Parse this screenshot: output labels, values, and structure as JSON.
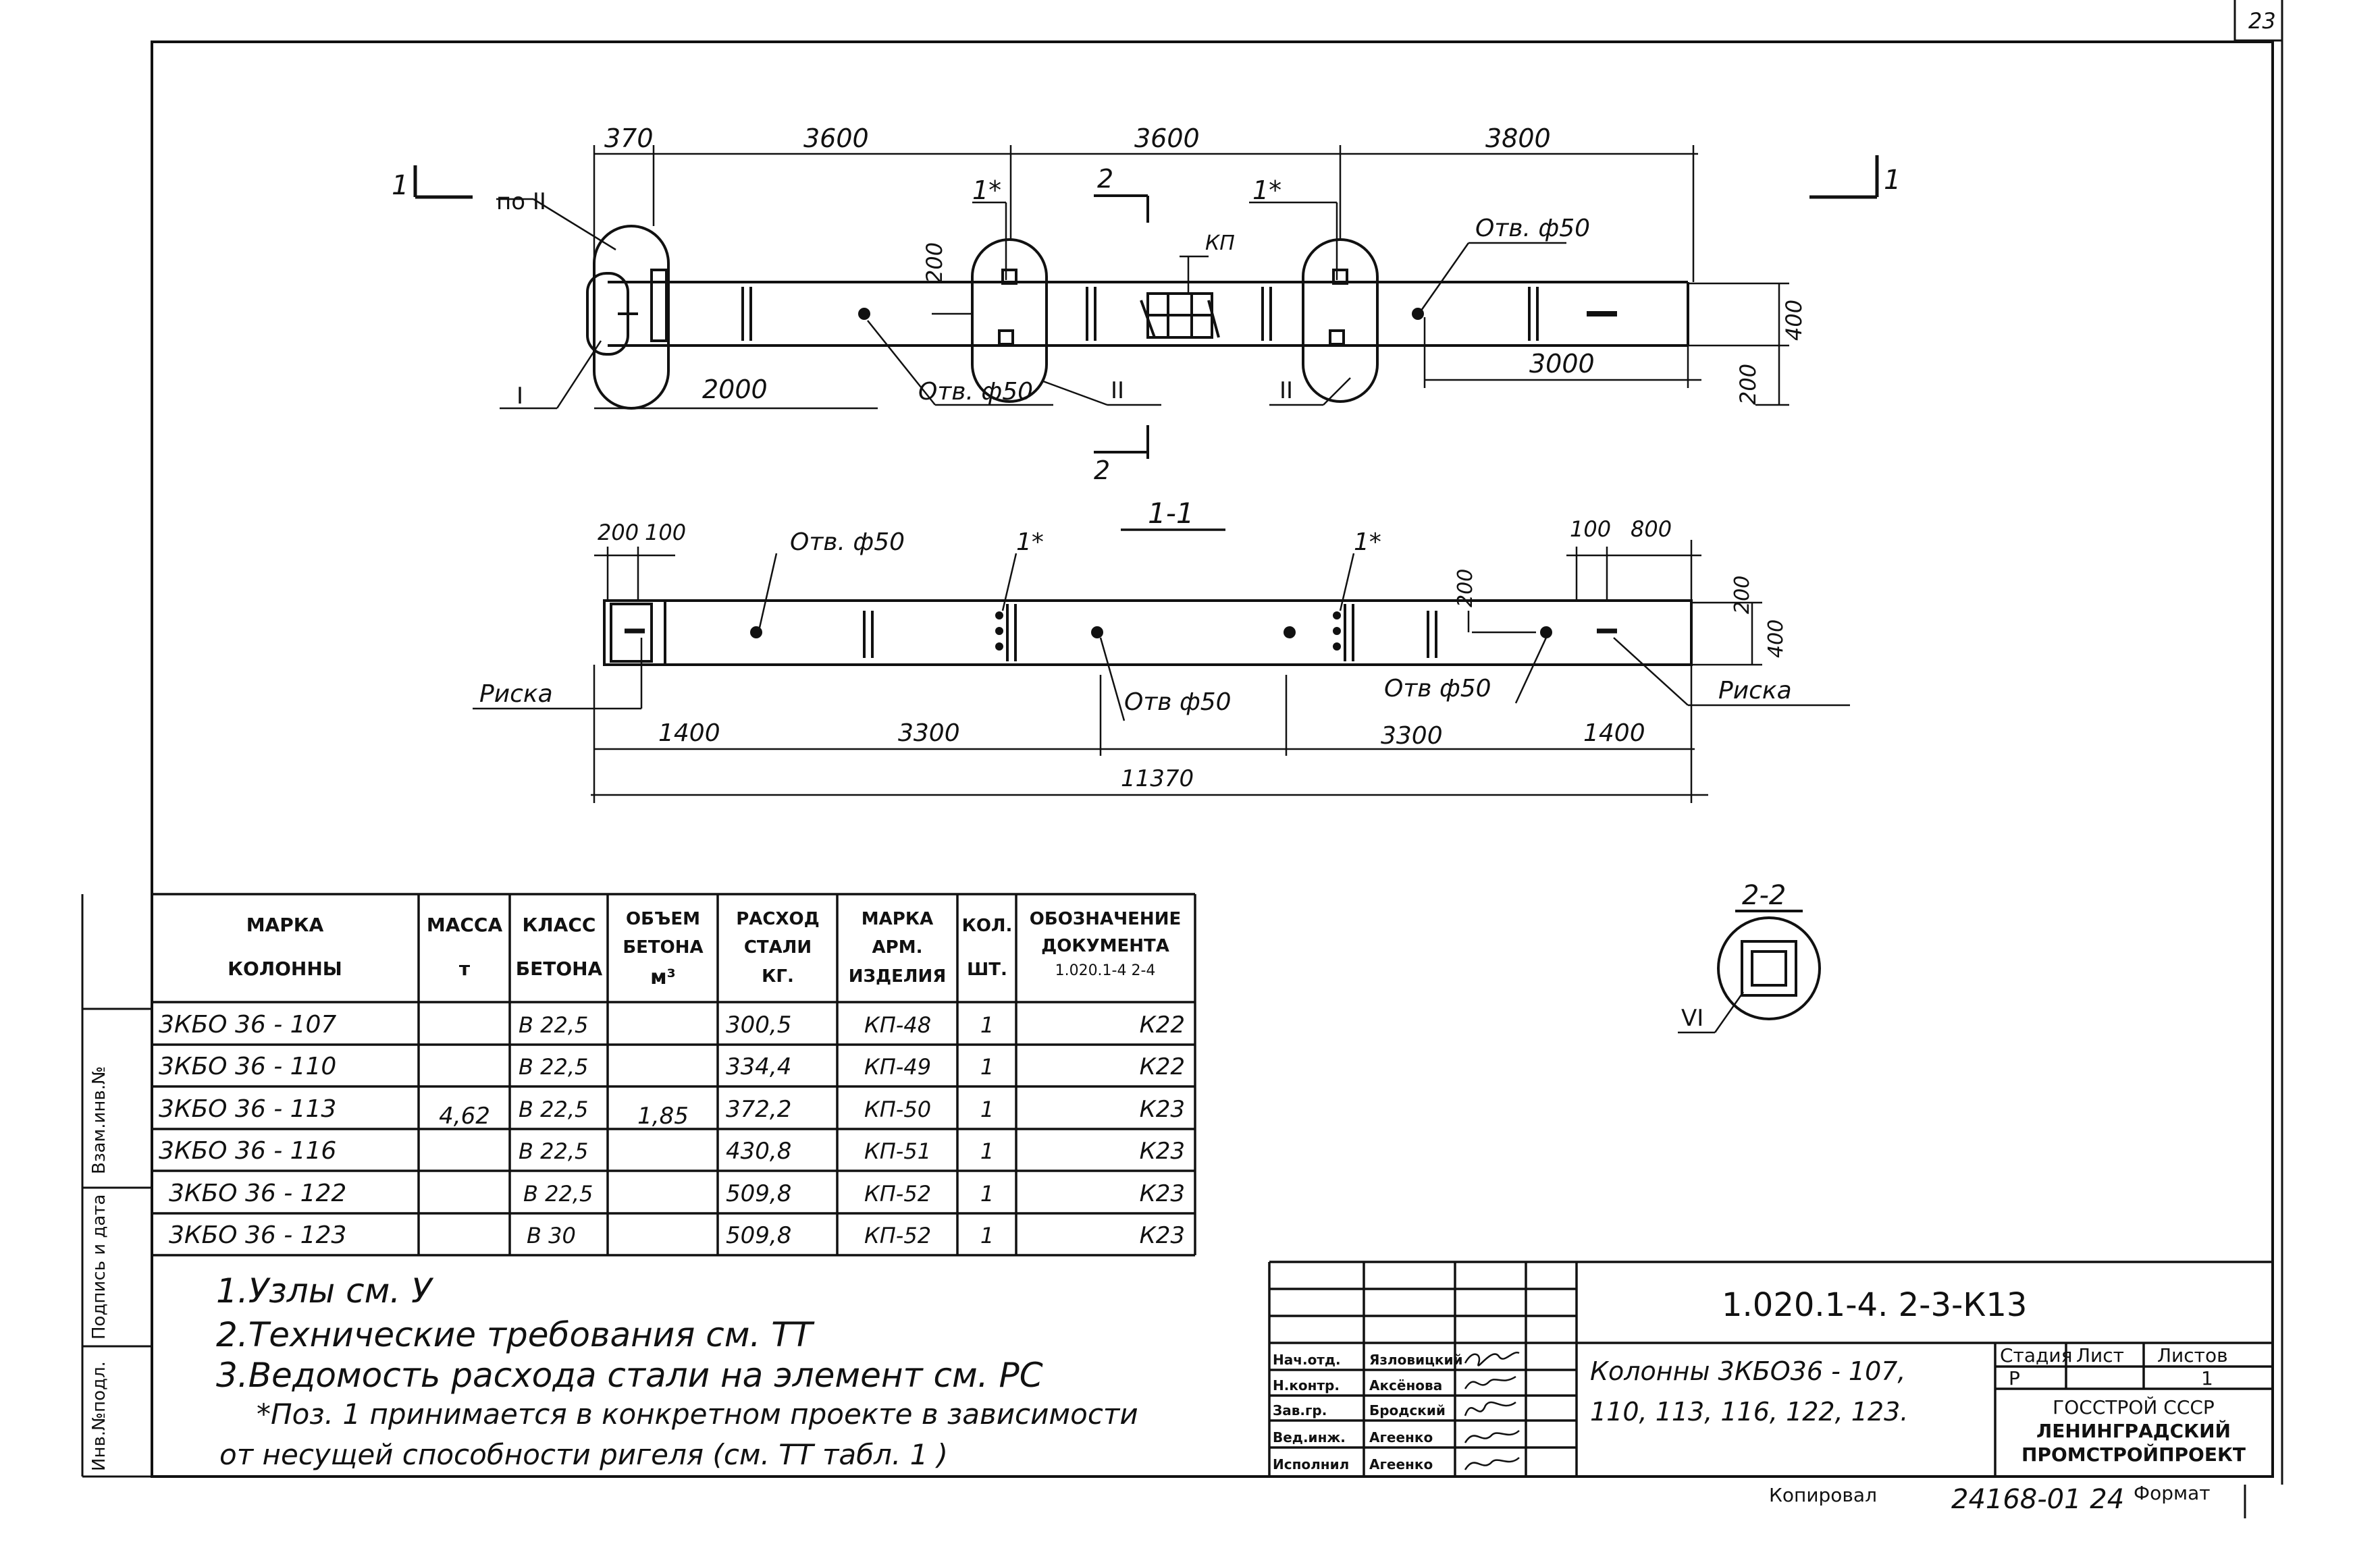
{
  "sheet": {
    "page_number": "23",
    "side_stamps": [
      "Инв.№подл.",
      "Подпись и дата",
      "Взам.инв.№"
    ],
    "copied_label": "Копировал",
    "format_label": "Формат",
    "doc_serial": "24168-01 24"
  },
  "plan_view": {
    "section_marks": [
      "1",
      "1"
    ],
    "dim_top": [
      "370",
      "3600",
      "3600",
      "3800"
    ],
    "node_labels": [
      "по II",
      "1*",
      "1*",
      "I",
      "II",
      "II"
    ],
    "section2": [
      "2",
      "2"
    ],
    "kp_label": "КП",
    "hole_labels": [
      "Отв. ф50",
      "Отв. ф50"
    ],
    "dim_bottom": [
      "2000",
      "3000"
    ],
    "dim_vertical": [
      "200",
      "400",
      "200"
    ]
  },
  "section_view": {
    "title": "1-1",
    "dim_top_left": [
      "200",
      "100"
    ],
    "dim_top_right": [
      "100",
      "800"
    ],
    "marks_1star": [
      "1*",
      "1*"
    ],
    "hole_labels": [
      "Отв. ф50",
      "Отв ф50",
      "Отв ф50"
    ],
    "risk_labels": [
      "Риска",
      "Риска"
    ],
    "dim_vertical": [
      "200",
      "200",
      "400"
    ],
    "dim_bottom": [
      "1400",
      "3300",
      "3300",
      "1400"
    ],
    "dim_total": "11370"
  },
  "cross_section": {
    "title": "2-2",
    "node_label": "VI"
  },
  "table": {
    "headers": [
      [
        "МАРКА",
        "КОЛОННЫ"
      ],
      [
        "МАССА",
        "т"
      ],
      [
        "КЛАСС",
        "БЕТОНА"
      ],
      [
        "ОБЪЕМ",
        "БЕТОНА",
        "м³"
      ],
      [
        "РАСХОД",
        "СТАЛИ",
        "КГ."
      ],
      [
        "МАРКА",
        "АРМ.",
        "ИЗДЕЛИЯ"
      ],
      [
        "КОЛ.",
        "ШТ."
      ],
      [
        "ОБОЗНАЧЕНИЕ",
        "ДОКУМЕНТА",
        "1.020.1-4   2-4"
      ]
    ],
    "merged_mass": "4,62",
    "merged_volume": "1,85",
    "rows": [
      {
        "mark": "3КБО 36 - 107",
        "class": "В 22,5",
        "steel": "300,5",
        "item": "КП-48",
        "qty": "1",
        "doc": "К22"
      },
      {
        "mark": "3КБО 36 - 110",
        "class": "В 22,5",
        "steel": "334,4",
        "item": "КП-49",
        "qty": "1",
        "doc": "К22"
      },
      {
        "mark": "3КБО 36 - 113",
        "class": "В 22,5",
        "steel": "372,2",
        "item": "КП-50",
        "qty": "1",
        "doc": "К23"
      },
      {
        "mark": "3КБО 36 - 116",
        "class": "В 22,5",
        "steel": "430,8",
        "item": "КП-51",
        "qty": "1",
        "doc": "К23"
      },
      {
        "mark": "3КБО 36 - 122",
        "class": "В 22,5",
        "steel": "509,8",
        "item": "КП-52",
        "qty": "1",
        "doc": "К23"
      },
      {
        "mark": "3КБО 36 - 123",
        "class": "В 30",
        "steel": "509,8",
        "item": "КП-52",
        "qty": "1",
        "doc": "К23"
      }
    ]
  },
  "notes": [
    "1.Узлы см. У",
    "2.Технические требования см. ТТ",
    "3.Ведомость расхода стали на элемент см. РС",
    "*Поз. 1 принимается в конкретном проекте в зависимости",
    "от несущей способности ригеля (см. ТТ табл. 1 )"
  ],
  "title_block": {
    "doc_code": "1.020.1-4.  2-3-К13",
    "description_1": "Колонны 3КБО36 - 107,",
    "description_2": "110, 113, 116, 122, 123.",
    "stage_headers": [
      "Стадия",
      "Лист",
      "Листов"
    ],
    "stage_values": [
      "Р",
      "",
      "1"
    ],
    "org_1": "ГОССТРОЙ СССР",
    "org_2": "ЛЕНИНГРАДСКИЙ",
    "org_3": "ПРОМСТРОЙПРОЕКТ",
    "roles": [
      "Нач.отд.",
      "Н.контр.",
      "Зав.гр.",
      "Вед.инж.",
      "Исполнил"
    ],
    "names": [
      "Язловицкий",
      "Аксёнова",
      "Бродский",
      "Агеенко",
      "Агеенко"
    ]
  }
}
